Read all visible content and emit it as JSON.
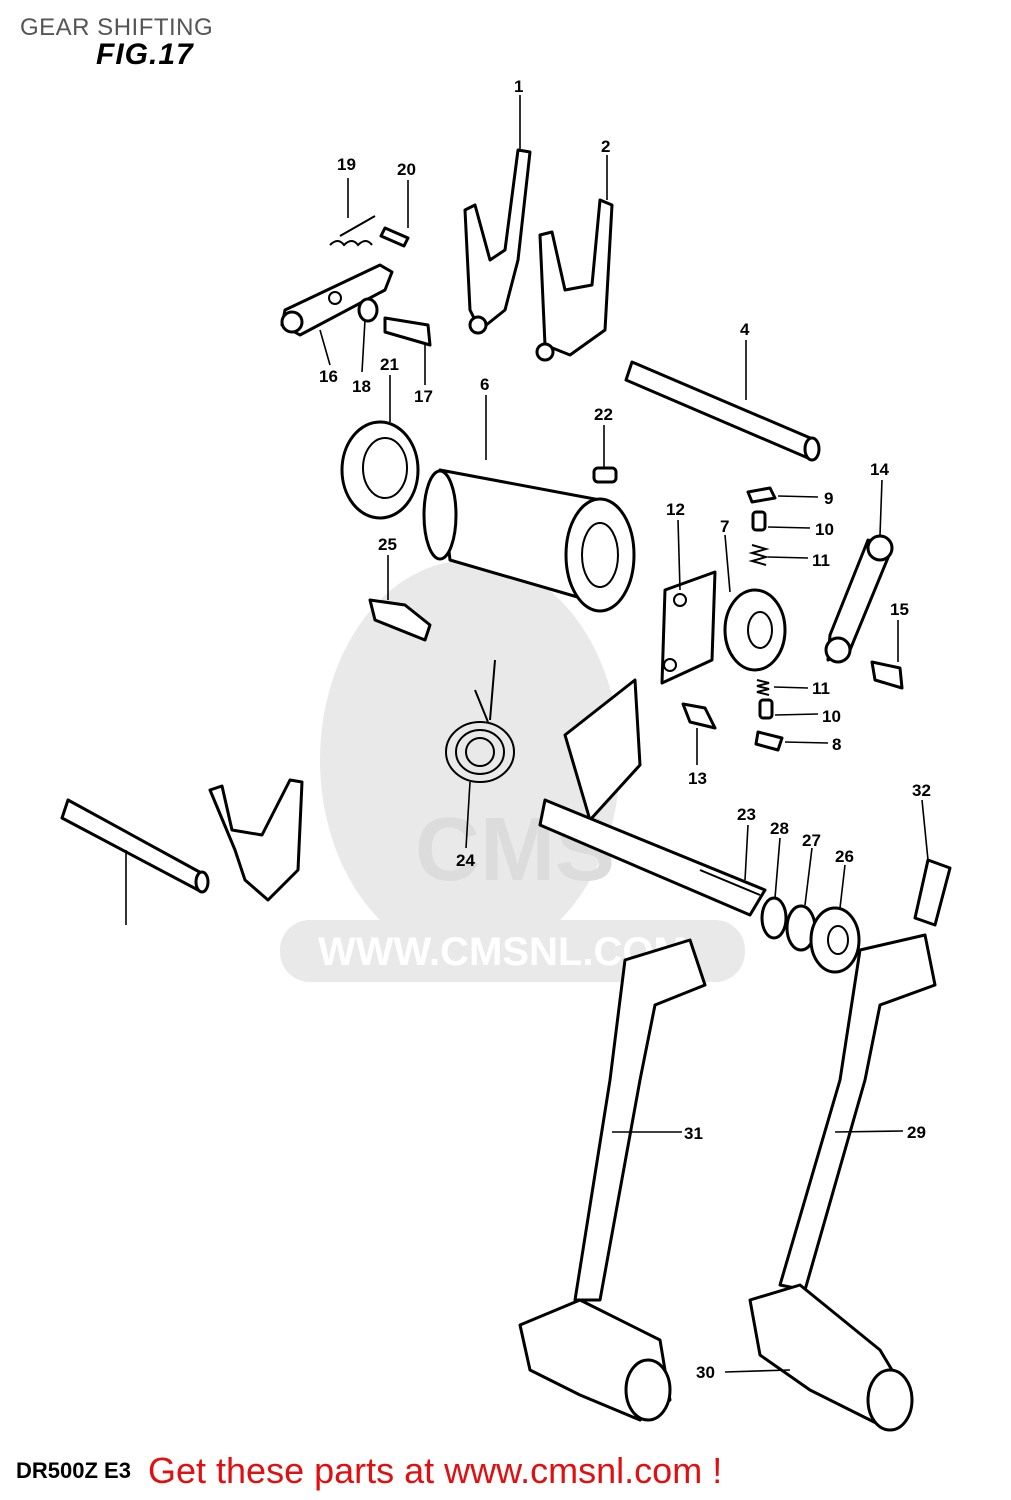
{
  "header": {
    "title": "GEAR SHIFTING",
    "figure": "FIG.17"
  },
  "watermark": {
    "brand": "CMS",
    "url": "WWW.CMSNL.COM"
  },
  "callouts": [
    "1",
    "2",
    "4",
    "19",
    "20",
    "16",
    "18",
    "17",
    "21",
    "6",
    "22",
    "9",
    "14",
    "10",
    "11",
    "12",
    "7",
    "25",
    "15",
    "13",
    "8",
    "24",
    "23",
    "28",
    "27",
    "26",
    "32",
    "31",
    "29",
    "30"
  ],
  "footer": {
    "model": "DR500Z E3",
    "link_text": "Get these parts at www.cmsnl.com !"
  }
}
